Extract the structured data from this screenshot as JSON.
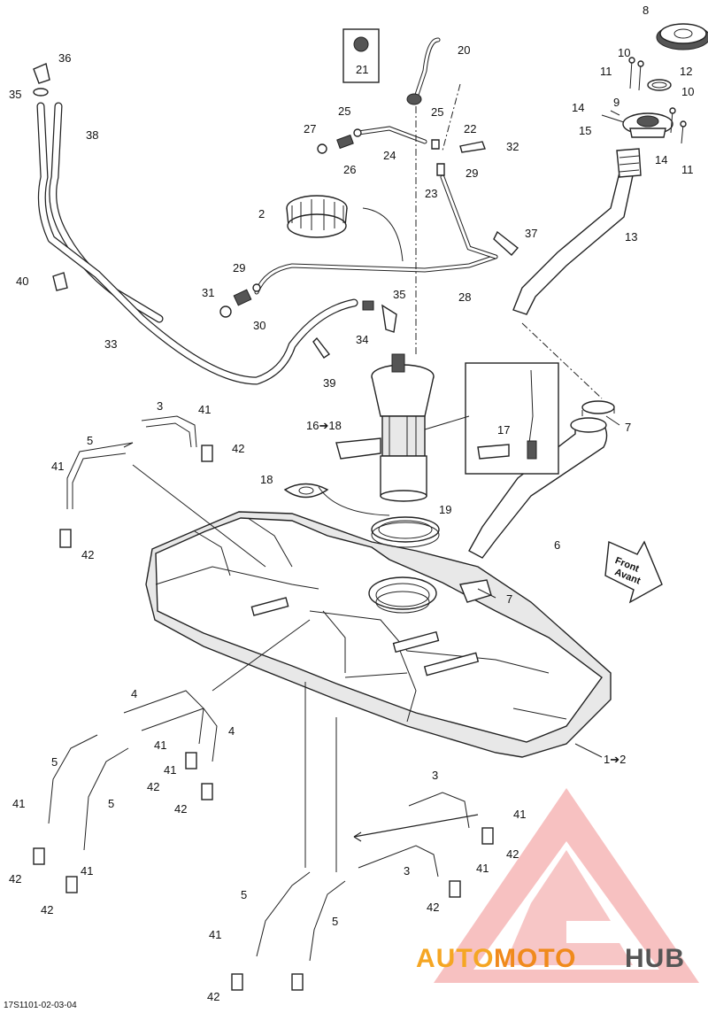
{
  "labels": {
    "l1_2": "1➔2",
    "l2": "2",
    "l3a": "3",
    "l3b": "3",
    "l3c": "3",
    "l4a": "4",
    "l4b": "4",
    "l5a": "5",
    "l5b": "5",
    "l5c": "5",
    "l5d": "5",
    "l5e": "5",
    "l6": "6",
    "l7a": "7",
    "l7b": "7",
    "l8": "8",
    "l9": "9",
    "l10a": "10",
    "l10b": "10",
    "l11a": "11",
    "l11b": "11",
    "l12": "12",
    "l13": "13",
    "l14a": "14",
    "l14b": "14",
    "l15": "15",
    "l16_18": "16➔18",
    "l17": "17",
    "l18": "18",
    "l19": "19",
    "l20": "20",
    "l21": "21",
    "l22": "22",
    "l23": "23",
    "l24": "24",
    "l25a": "25",
    "l25b": "25",
    "l26": "26",
    "l27": "27",
    "l28": "28",
    "l29a": "29",
    "l29b": "29",
    "l30": "30",
    "l31": "31",
    "l32": "32",
    "l33": "33",
    "l34": "34",
    "l35a": "35",
    "l35b": "35",
    "l36": "36",
    "l37": "37",
    "l38": "38",
    "l39": "39",
    "l40": "40",
    "l41a": "41",
    "l41b": "41",
    "l41c": "41",
    "l41d": "41",
    "l41e": "41",
    "l41f": "41",
    "l41g": "41",
    "l41h": "41",
    "l41i": "41",
    "l42a": "42",
    "l42b": "42",
    "l42c": "42",
    "l42d": "42",
    "l42e": "42",
    "l42f": "42",
    "l42g": "42",
    "l42h": "42",
    "l42i": "42"
  },
  "front_arrow": {
    "line1": "Front",
    "line2": "Avant"
  },
  "drawing_code": "17S1101-02-03-04",
  "watermark": {
    "part1": "AUTO",
    "part2": "MOTO",
    "part3": "HUB",
    "color_auto": "#f5a623",
    "color_moto": "#f08a1c",
    "color_hub": "#555555",
    "triangle_color": "#e84545"
  }
}
